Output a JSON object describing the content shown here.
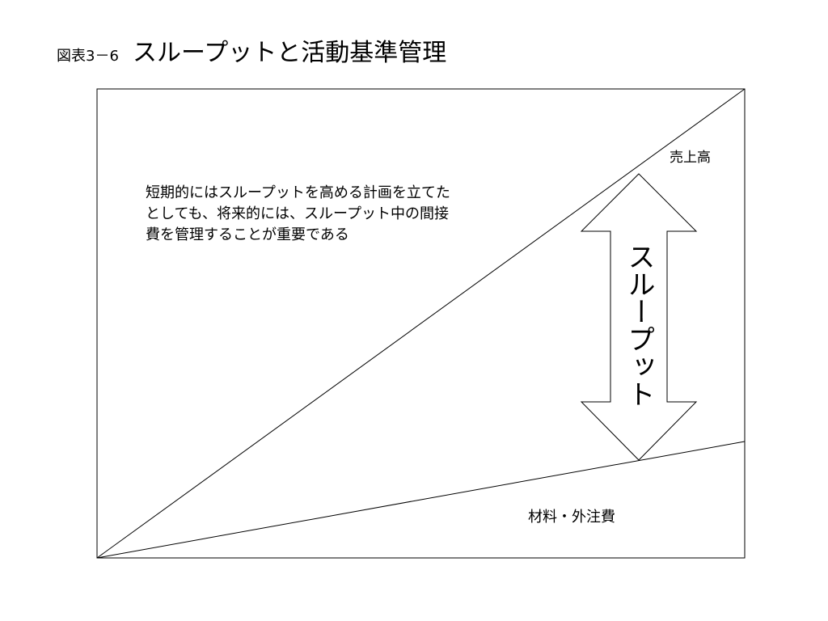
{
  "title": {
    "prefix": "図表3－6",
    "main": "スループットと活動基準管理"
  },
  "diagram": {
    "note": "短期的にはスループットを高める計画を立てたとしても、将来的には、スループット中の間接費を管理することが重要である",
    "sales_line_label": "売上高",
    "materials_line_label": "材料・外注費",
    "arrow_label": "スループット"
  }
}
